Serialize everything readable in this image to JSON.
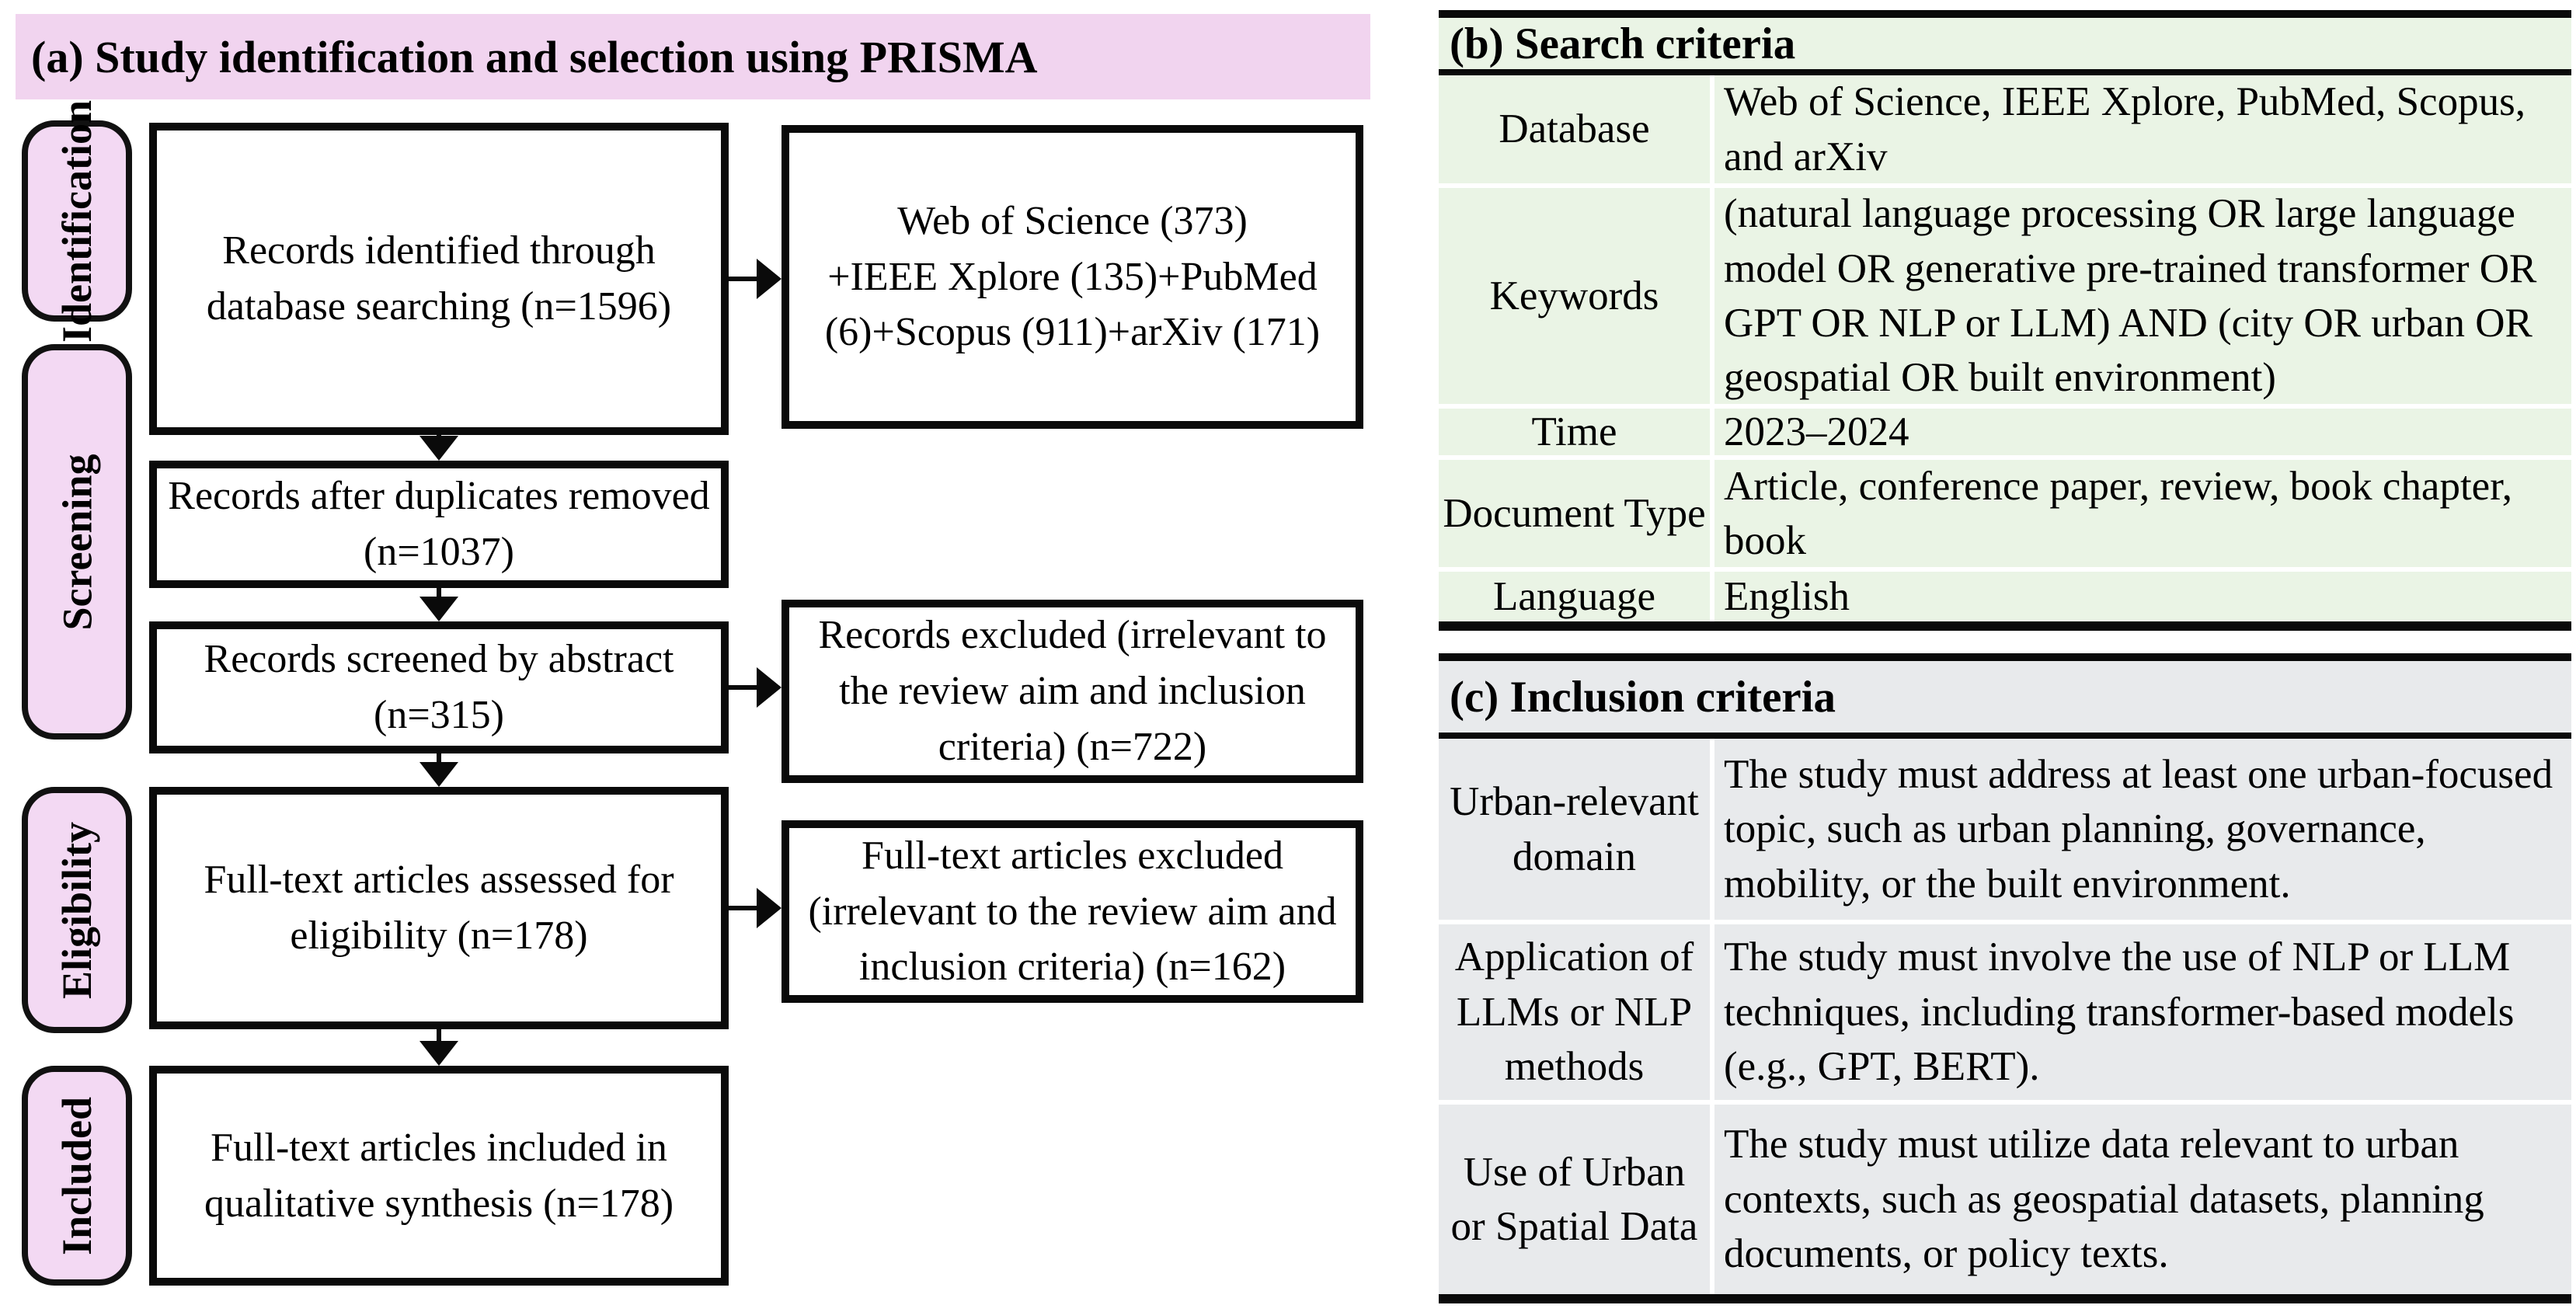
{
  "panel_a": {
    "title": "(a) Study identification and selection using PRISMA",
    "stage_labels": [
      "Identification",
      "Screening",
      "Eligibility",
      "Included"
    ],
    "flow_boxes": {
      "identified": "Records identified through database searching (n=1596)",
      "sources": "Web of Science (373)\n+IEEE Xplore (135)+PubMed\n(6)+Scopus (911)+arXiv (171)",
      "deduplicated": "Records after duplicates removed (n=1037)",
      "screened": "Records screened by abstract (n=315)",
      "excluded_screening": "Records excluded (irrelevant to the review aim and inclusion criteria) (n=722)",
      "assessed": "Full-text articles assessed for eligibility (n=178)",
      "excluded_fulltext": "Full-text articles excluded (irrelevant to the review aim and inclusion criteria) (n=162)",
      "included": "Full-text articles included in qualitative synthesis (n=178)"
    }
  },
  "table_b": {
    "title": "(b) Search criteria",
    "rows": [
      {
        "label": "Database",
        "value": "Web of Science, IEEE Xplore, PubMed, Scopus, and arXiv"
      },
      {
        "label": "Keywords",
        "value": "(natural language processing OR large language model OR generative pre-trained transformer OR GPT OR NLP or LLM) AND (city OR urban OR geospatial OR built environment)"
      },
      {
        "label": "Time",
        "value": "2023–2024"
      },
      {
        "label": "Document Type",
        "value": "Article, conference paper, review, book chapter, book"
      },
      {
        "label": "Language",
        "value": "English"
      }
    ]
  },
  "table_c": {
    "title": "(c) Inclusion criteria",
    "rows": [
      {
        "label": "Urban-relevant domain",
        "value": "The study must address at least one urban-focused topic, such as urban planning, governance, mobility, or the built environment."
      },
      {
        "label": "Application of LLMs or NLP methods",
        "value": "The study must involve the use of NLP or LLM techniques, including transformer-based models (e.g., GPT, BERT)."
      },
      {
        "label": "Use of Urban or Spatial Data",
        "value": "The study must utilize data relevant to urban contexts, such as geospatial datasets, planning documents, or policy texts."
      }
    ]
  },
  "colors": {
    "pink_banner": "#F1D4EF",
    "pink_stage": "#F3D9F3",
    "green_table": "#EAF4E5",
    "grey_table": "#E8EAEC",
    "line_black": "#0A0A0A"
  }
}
